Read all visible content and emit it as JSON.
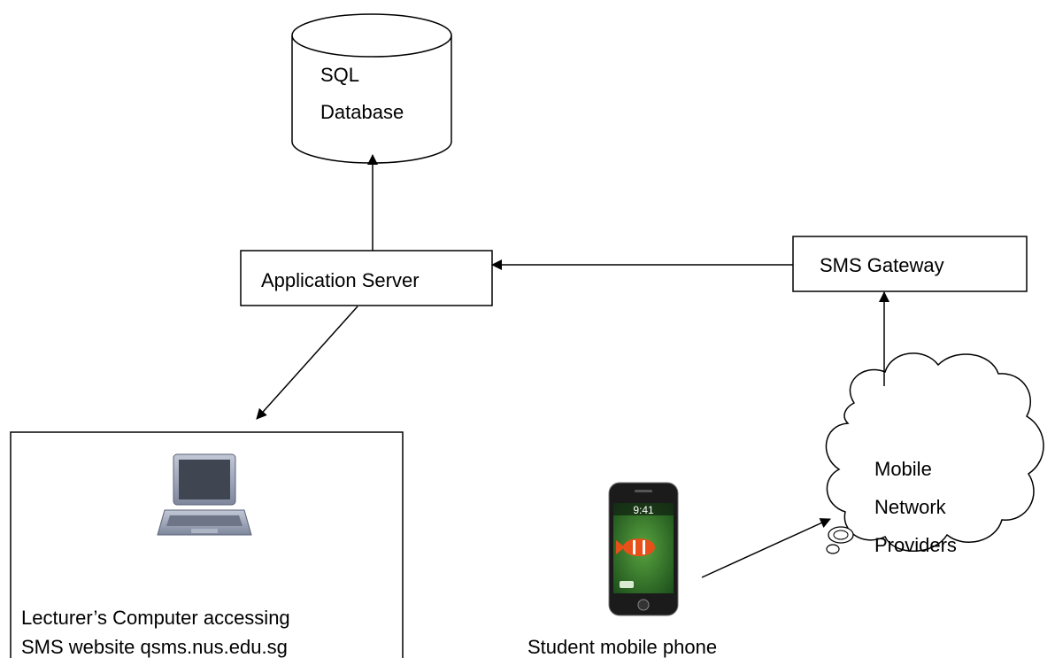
{
  "nodes": {
    "database": {
      "line1": "SQL",
      "line2": "Database"
    },
    "app_server": {
      "label": "Application Server"
    },
    "sms_gateway": {
      "label": "SMS Gateway"
    },
    "lecturer_computer": {
      "line1": "Lecturer’s Computer accessing",
      "line2": "SMS website qsms.nus.edu.sg"
    },
    "student_phone": {
      "label": "Student mobile phone",
      "screen_time": "9:41"
    },
    "network_cloud": {
      "line1": "Mobile",
      "line2": "Network",
      "line3": "Providers"
    }
  },
  "colors": {
    "stroke": "#000000",
    "laptop_body": "#9aa3b8",
    "laptop_screen": "#3f4652",
    "phone_body": "#1b1b1b",
    "phone_screen": "#2f6b2a",
    "fish": "#e8501a"
  },
  "icons": {
    "laptop": "laptop-icon",
    "phone": "phone-icon",
    "database": "database-cylinder-icon",
    "cloud": "cloud-icon"
  }
}
